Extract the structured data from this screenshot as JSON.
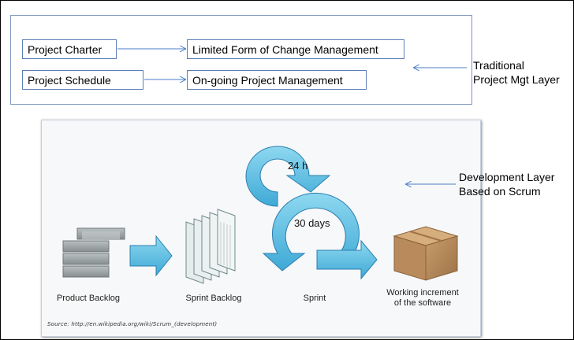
{
  "top": {
    "project_charter": "Project Charter",
    "project_schedule": "Project Schedule",
    "limited_change": "Limited Form of Change Management",
    "ongoing_pm": "On-going Project Management"
  },
  "labels": {
    "traditional_line1": "Traditional",
    "traditional_line2": "Project Mgt Layer",
    "development_line1": "Development Layer",
    "development_line2": "Based on Scrum"
  },
  "scrum": {
    "daily": "24 h",
    "sprint_length": "30 days",
    "product_backlog": "Product Backlog",
    "sprint_backlog": "Sprint Backlog",
    "sprint": "Sprint",
    "increment_line1": "Working increment",
    "increment_line2": "of the software",
    "source": "Source: http://en.wikipedia.org/wiki/Scrum_(development)"
  },
  "colors": {
    "connector": "#4a7ec9",
    "scrum_arrow": "#5bc0de",
    "scrum_arrow_edge": "#2a7fb0",
    "backlog_block": "#9aa2a3",
    "box_brown": "#b58a5e"
  }
}
